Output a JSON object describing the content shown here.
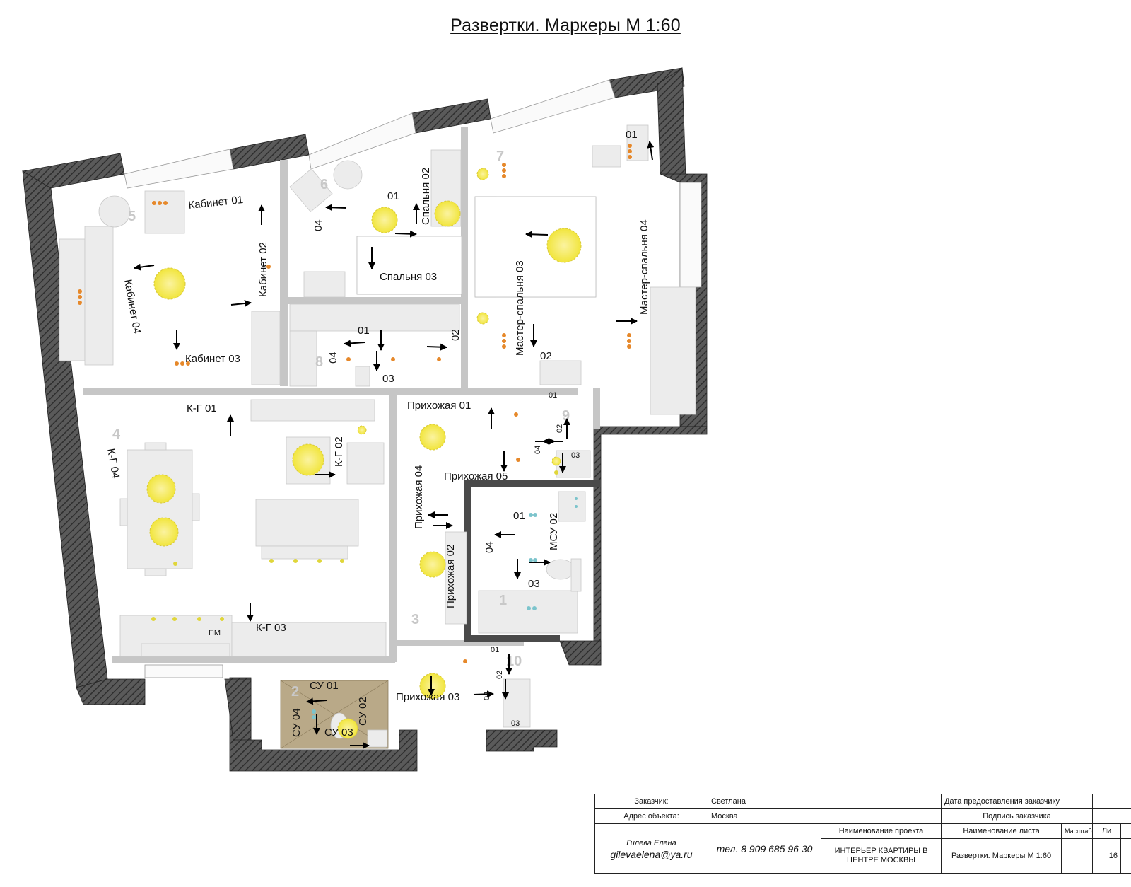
{
  "title": "Развертки. Маркеры  М 1:60",
  "room_numbers": [
    "1",
    "2",
    "3",
    "4",
    "5",
    "6",
    "7",
    "8",
    "9",
    "10"
  ],
  "markers": {
    "cab01": "Кабинет 01",
    "cab02": "Кабинет 02",
    "cab03": "Кабинет 03",
    "cab04": "Кабинет 04",
    "sp02": "Спальня 02",
    "sp03": "Спальня 03",
    "sp01": "01",
    "sp04": "04",
    "ms03": "Мастер-спальня 03",
    "ms04": "Мастер-спальня 04",
    "ms01": "01",
    "ms02": "02",
    "r8_01": "01",
    "r8_02": "02",
    "r8_03": "03",
    "r8_04": "04",
    "kg01": "К-Г 01",
    "kg02": "К-Г 02",
    "kg03": "К-Г 03",
    "kg04": "К-Г 04",
    "pr01": "Прихожая 01",
    "pr02": "Прихожая 02",
    "pr03": "Прихожая 03",
    "pr04": "Прихожая 04",
    "pr05": "Прихожая 05",
    "r9_01": "01",
    "r9_02": "02",
    "r9_03": "03",
    "r9_04": "04",
    "msu01": "01",
    "msu02": "МСУ 02",
    "msu03": "03",
    "msu04": "04",
    "su01": "СУ 01",
    "su02": "СУ 02",
    "su03": "СУ 03",
    "su04": "СУ 04",
    "r10_01": "01",
    "r10_02": "02",
    "r10_03": "03",
    "r10_04": "04",
    "pm": "ПМ"
  },
  "stamp": {
    "customer_label": "Заказчик:",
    "customer": "Светлана",
    "date_label": "Дата предоставления заказчику",
    "address_label": "Адрес объекта:",
    "address": "Москва",
    "signature_label": "Подпись заказчика",
    "project_name_label": "Наименование проекта",
    "sheet_name_label": "Наименование листа",
    "scale_label": "Масштаб",
    "sheet_label": "Ли",
    "author": "Гилева Елена",
    "email": "gilevaelena@ya.ru",
    "phone": "тел. 8 909 685 96 30",
    "project": "ИНТЕРЬЕР КВАРТИРЫ В ЦЕНТРЕ МОСКВЫ",
    "sheet_name": "Развертки. Маркеры  М 1:60",
    "sheet_no": "16"
  },
  "colors": {
    "wall": "#4a4a4a",
    "partition": "#c4c4c4",
    "furniture": "#eaeaea",
    "lamp": "#f4ea46",
    "spot": "#e6882a",
    "water": "#7cc4cc",
    "bath_floor": "#b8a888"
  }
}
